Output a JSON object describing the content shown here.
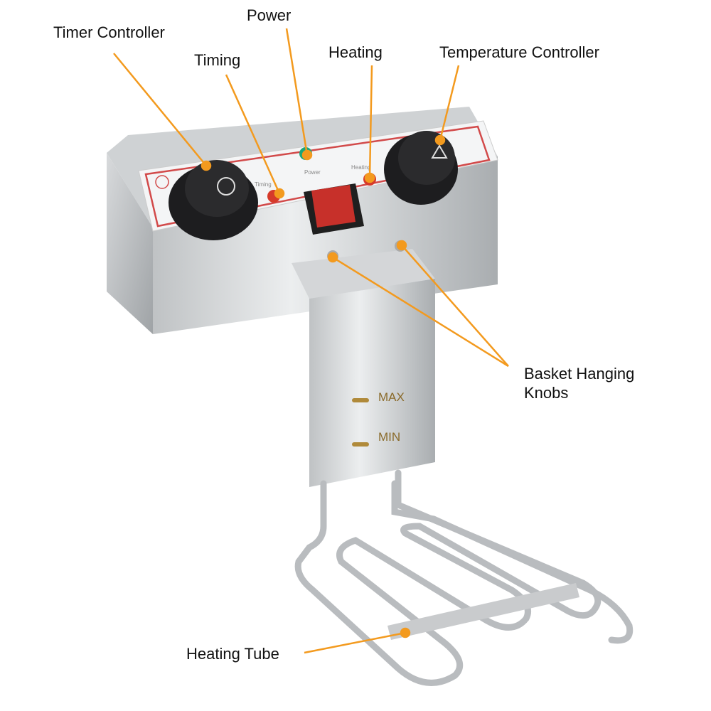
{
  "labels": {
    "timer_controller": "Timer Controller",
    "timing": "Timing",
    "power": "Power",
    "heating": "Heating",
    "temperature_controller": "Temperature Controller",
    "basket_knobs_line1": "Basket Hanging",
    "basket_knobs_line2": "Knobs",
    "heating_tube": "Heating Tube"
  },
  "panel_text": {
    "timing": "Timing",
    "power": "Power",
    "heating": "Heating"
  },
  "plate_marks": {
    "max": "MAX",
    "min": "MIN"
  },
  "colors": {
    "callout": "#F39A1E",
    "panel_border": "#D24A4A"
  }
}
